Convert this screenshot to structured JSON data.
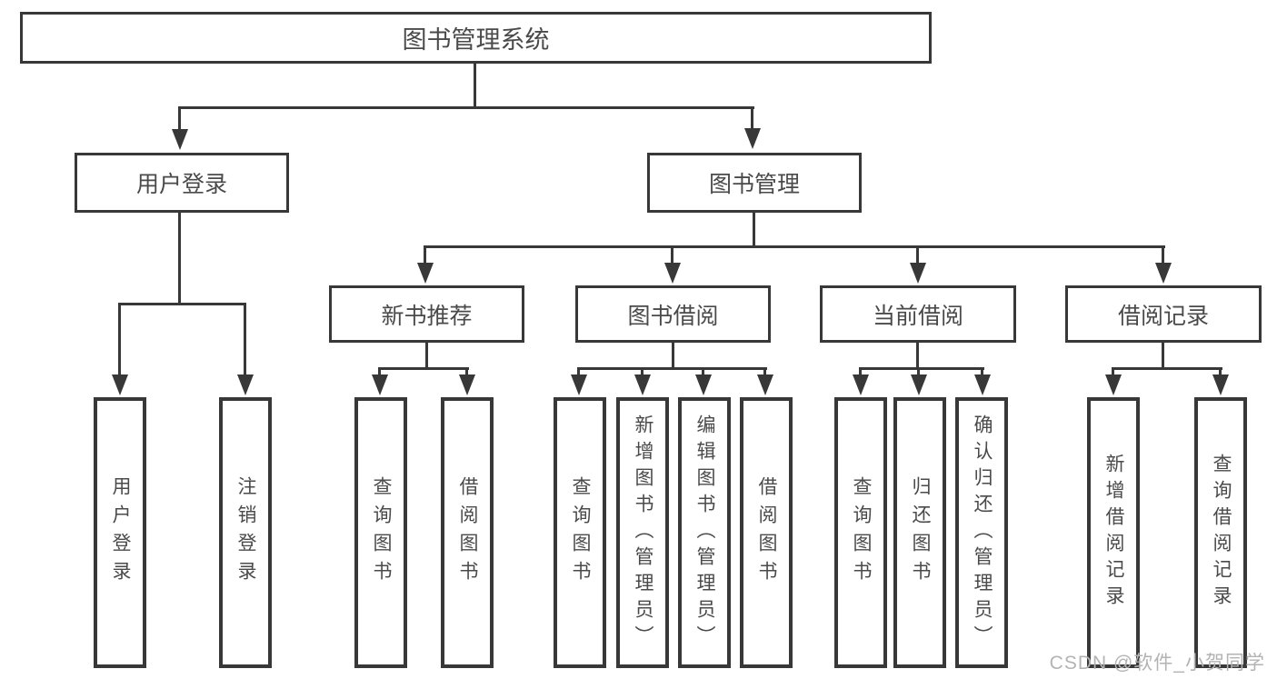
{
  "diagram": {
    "type": "hierarchy-tree",
    "root": {
      "label": "图书管理系统"
    },
    "branches": [
      {
        "label": "用户登录",
        "children": [
          {
            "label": "用户登录"
          },
          {
            "label": "注销登录"
          }
        ]
      },
      {
        "label": "图书管理",
        "children": [
          {
            "label": "新书推荐",
            "children": [
              {
                "label": "查询图书"
              },
              {
                "label": "借阅图书"
              }
            ]
          },
          {
            "label": "图书借阅",
            "children": [
              {
                "label": "查询图书"
              },
              {
                "label": "新增图书（管理员）"
              },
              {
                "label": "编辑图书（管理员）"
              },
              {
                "label": "借阅图书"
              }
            ]
          },
          {
            "label": "当前借阅",
            "children": [
              {
                "label": "查询图书"
              },
              {
                "label": "归还图书"
              },
              {
                "label": "确认归还（管理员）"
              }
            ]
          },
          {
            "label": "借阅记录",
            "children": [
              {
                "label": "新增借阅记录"
              },
              {
                "label": "查询借阅记录"
              }
            ]
          }
        ]
      }
    ]
  },
  "watermark": {
    "text": "CSDN @软件_小贺同学"
  },
  "colors": {
    "background": "#ffffff",
    "line": "#383838",
    "box_border": "#383838",
    "box_text": "#4a4a4a",
    "watermark": "#b3b3b3"
  }
}
